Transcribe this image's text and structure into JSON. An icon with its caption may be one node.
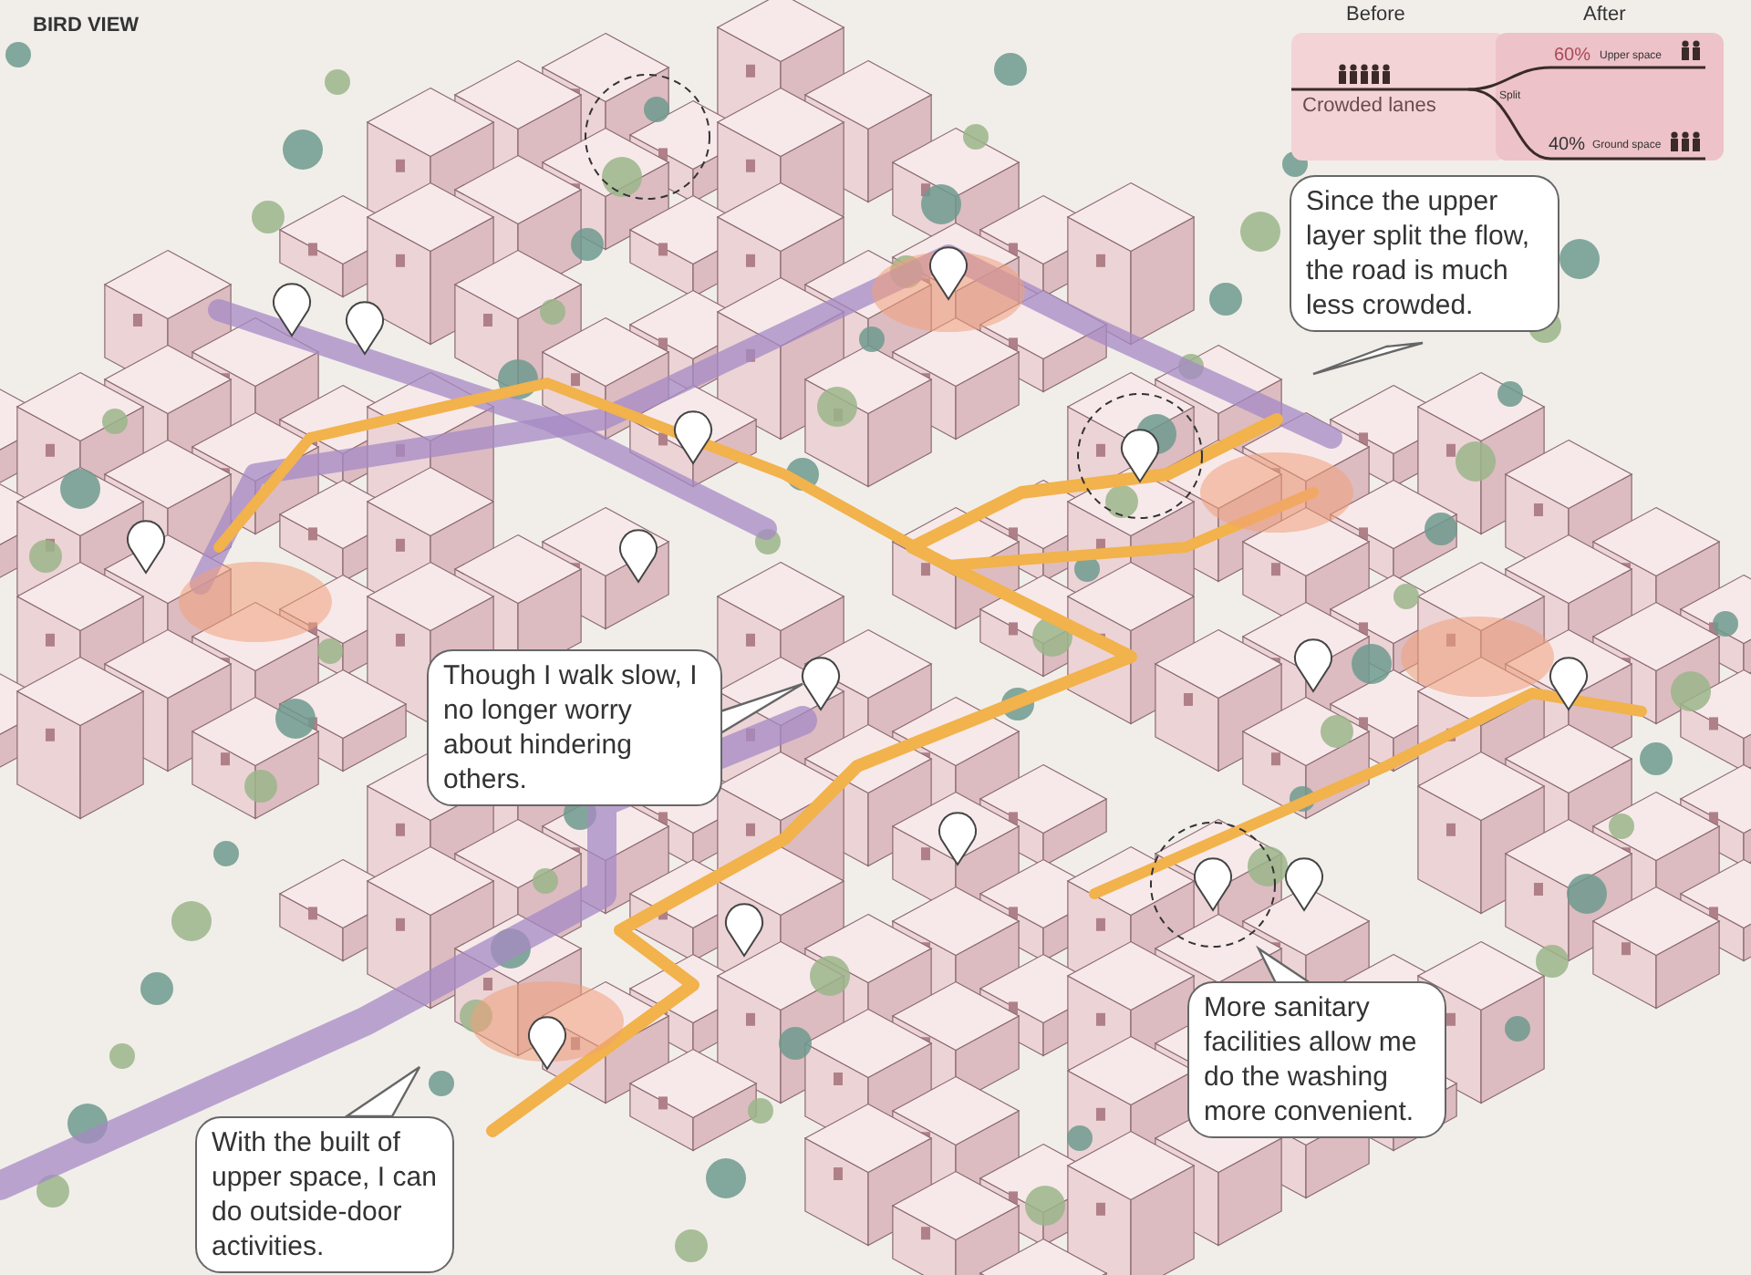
{
  "diagram": {
    "title": "BIRD VIEW",
    "nodes": [
      {
        "text": [
          "Since the upper layer split the flow, the road is much less crowded."
        ]
      },
      {
        "text": [
          "Though I walk slow, I no longer worry about hindering others."
        ]
      },
      {
        "text": [
          "More sanitary facilities allow me do the washing more convenient."
        ]
      },
      {
        "text": [
          "With the built of upper space, I can do outside-door activities."
        ]
      }
    ],
    "edges": [],
    "labels": [
      "Before",
      "After",
      "Crowded lanes",
      "Split",
      "60%",
      "Upper space",
      "40%",
      "Ground space"
    ]
  }
}
